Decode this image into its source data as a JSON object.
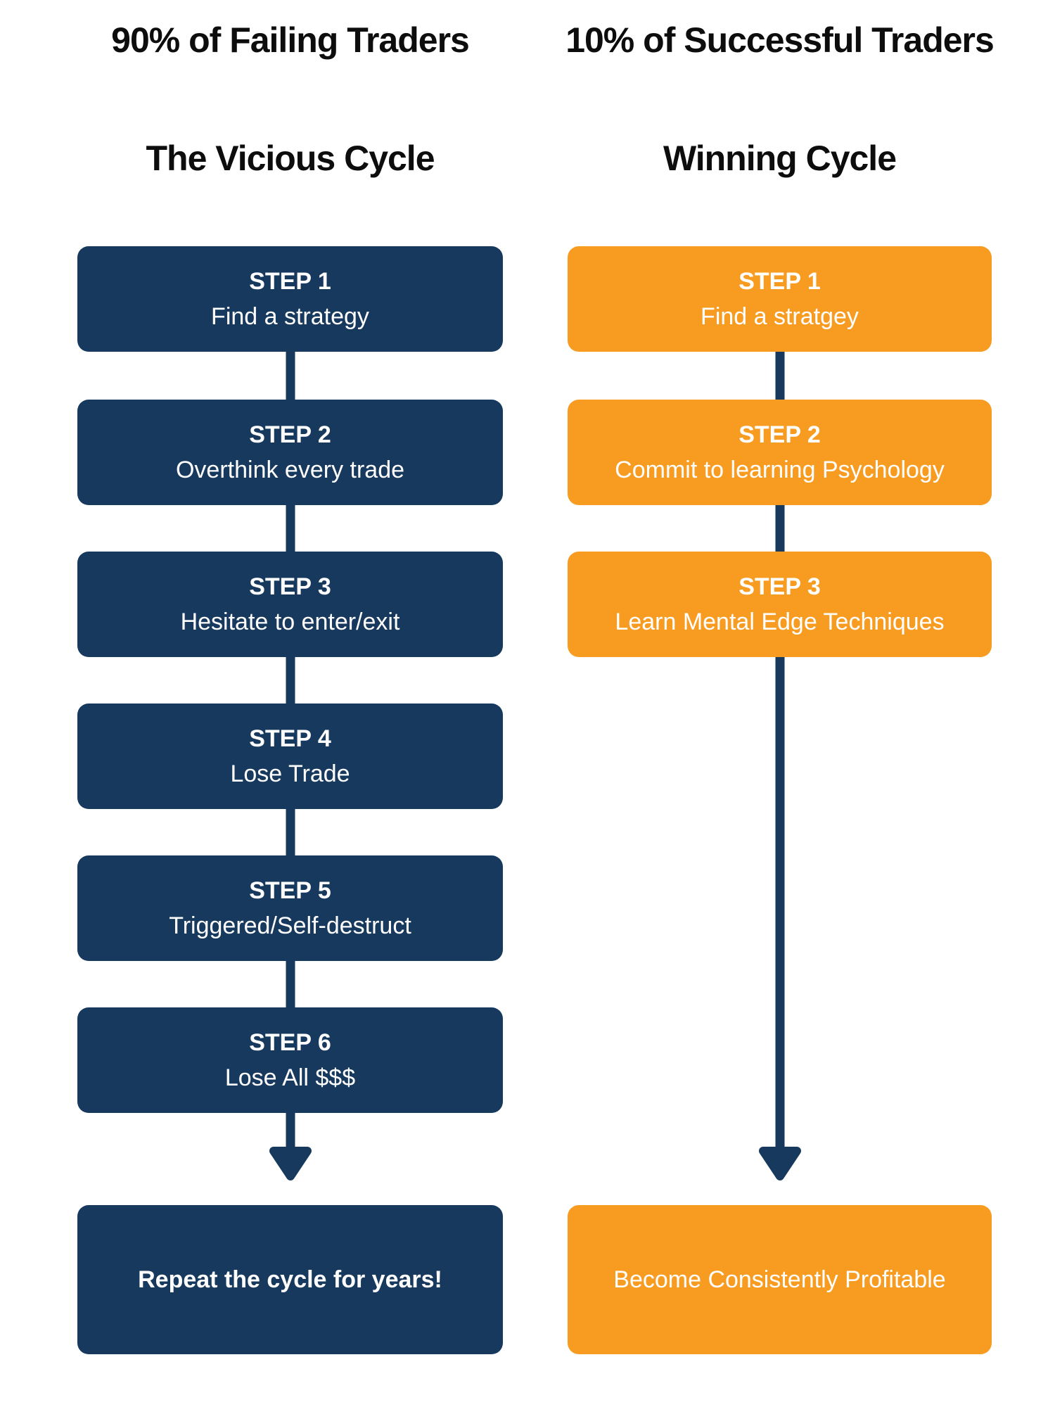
{
  "colors": {
    "navy": "#17395E",
    "orange": "#F89C21",
    "heading": "#0D0D0D",
    "box_text": "#FFFFFF",
    "background": "#FFFFFF"
  },
  "left_column": {
    "header": "90% of Failing Traders",
    "cycle_title": "The Vicious Cycle",
    "steps": [
      {
        "label": "STEP 1",
        "description": "Find a strategy"
      },
      {
        "label": "STEP 2",
        "description": "Overthink every trade"
      },
      {
        "label": "STEP 3",
        "description": "Hesitate to enter/exit"
      },
      {
        "label": "STEP 4",
        "description": "Lose Trade"
      },
      {
        "label": "STEP 5",
        "description": "Triggered/Self-destruct"
      },
      {
        "label": "STEP 6",
        "description": "Lose All $$$"
      }
    ],
    "outcome": "Repeat the cycle for years!"
  },
  "right_column": {
    "header": "10% of Successful Traders",
    "cycle_title": "Winning Cycle",
    "steps": [
      {
        "label": "STEP 1",
        "description": "Find a stratgey"
      },
      {
        "label": "STEP 2",
        "description": "Commit to learning Psychology"
      },
      {
        "label": "STEP 3",
        "description": "Learn Mental Edge Techniques"
      }
    ],
    "outcome": "Become Consistently Profitable"
  }
}
